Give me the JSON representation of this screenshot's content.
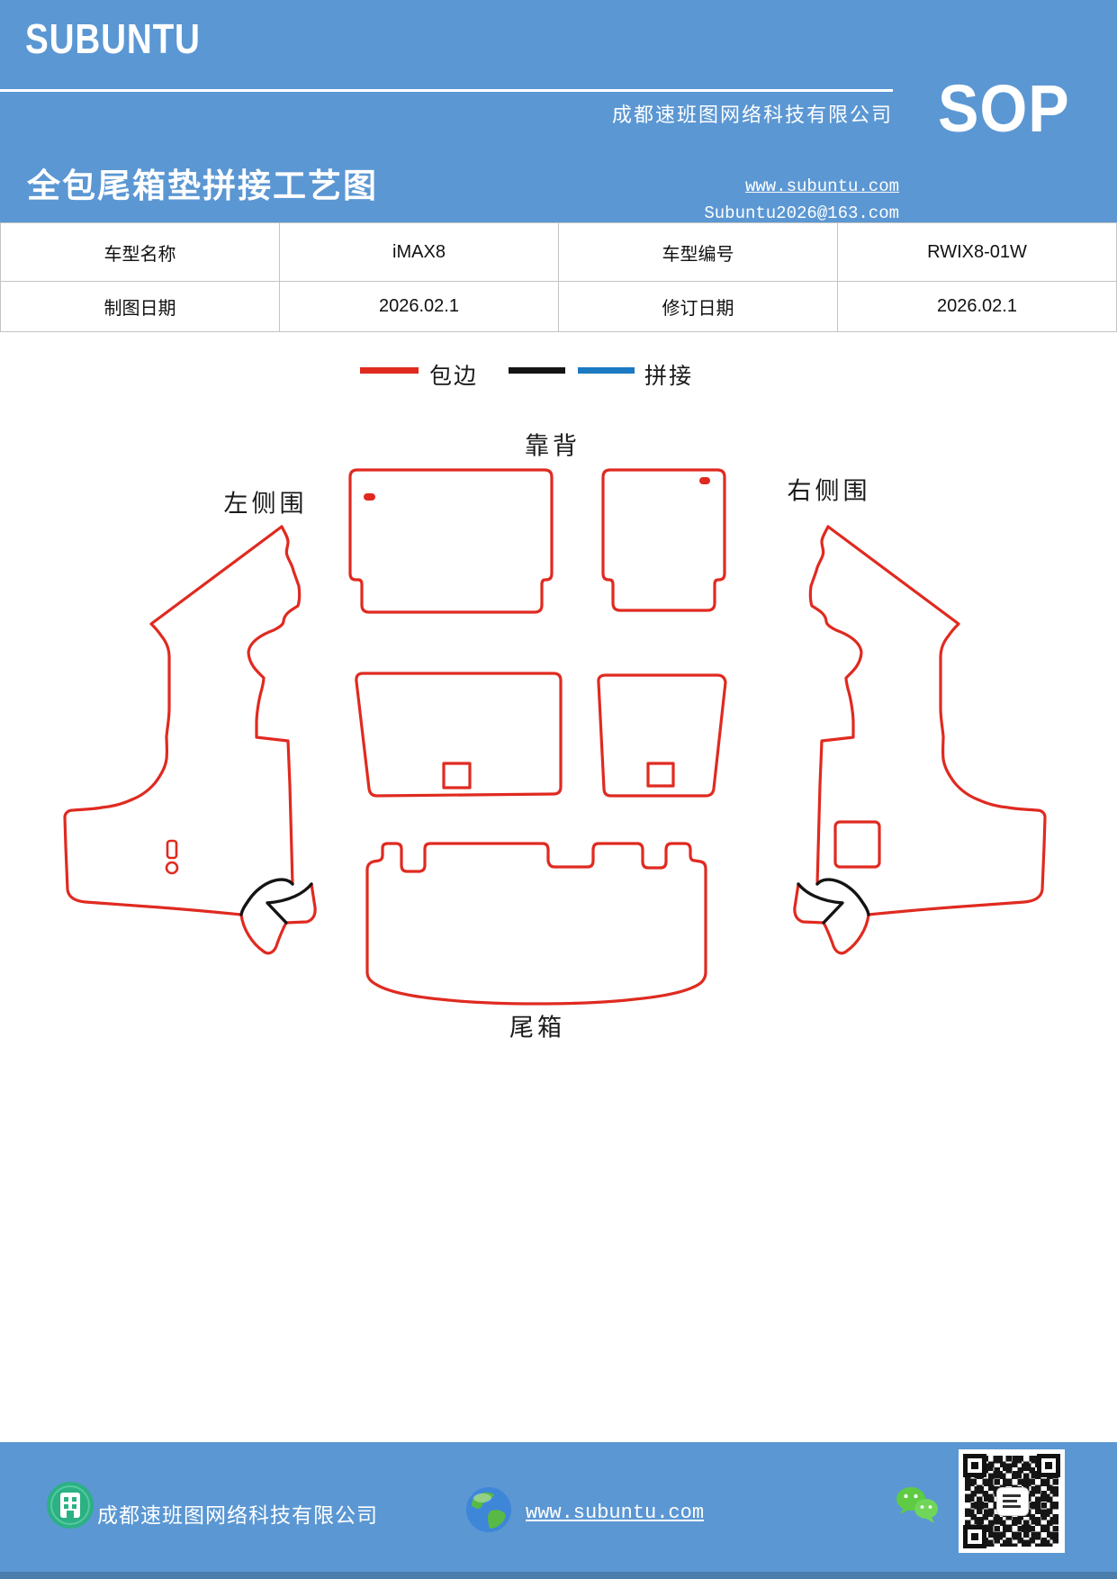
{
  "header": {
    "brand": "SUBUNTU",
    "title": "全包尾箱垫拼接工艺图",
    "company": "成都速班图网络科技有限公司",
    "website": "www.subuntu.com",
    "email": "Subuntu2026@163.com",
    "sop_label": "SOP",
    "bg_color": "#5b97d3"
  },
  "info_table": {
    "rows": [
      [
        "车型名称",
        "iMAX8",
        "车型编号",
        "RWIX8-01W"
      ],
      [
        "制图日期",
        "2026.02.1",
        "修订日期",
        "2026.02.1"
      ]
    ]
  },
  "legend": {
    "edge_label": "包边",
    "splice_label": "拼接",
    "edge_color": "#e02a20",
    "splice_color_black": "#141414",
    "splice_color_blue": "#1b7ac1"
  },
  "diagram": {
    "outline_color": "#e02a20",
    "splice_line_color": "#141414",
    "labels": {
      "backrest": "靠背",
      "left_side": "左侧围",
      "right_side": "右侧围",
      "trunk": "尾箱"
    }
  },
  "footer": {
    "company": "成都速班图网络科技有限公司",
    "website": "www.subuntu.com",
    "icons": {
      "building": "building-icon",
      "globe": "globe-icon",
      "wechat": "wechat-icon",
      "qr": "qr-code"
    }
  }
}
